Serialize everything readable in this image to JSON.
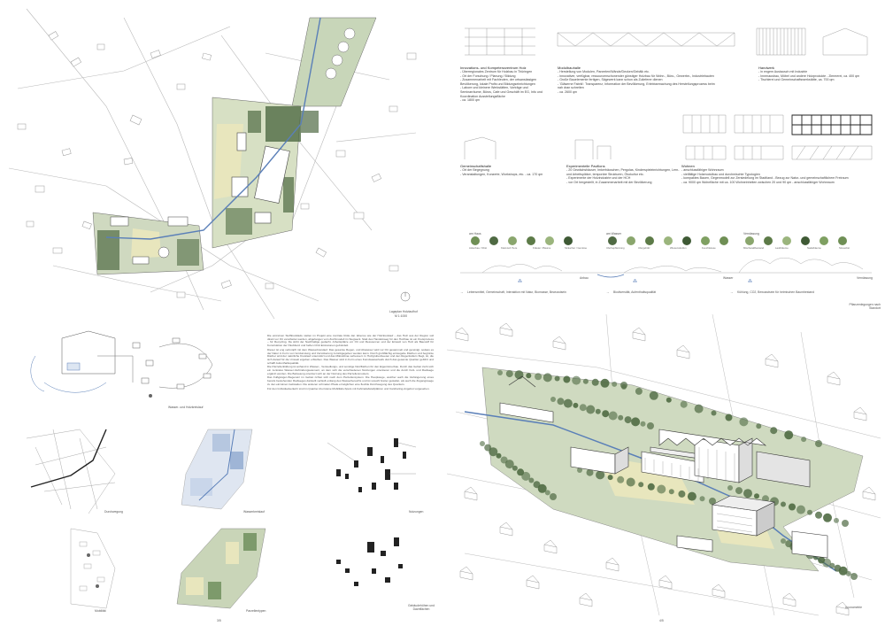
{
  "left": {
    "site_plan": {
      "title": "Lageplan Holzlaufhof",
      "scale": "M 1:1000"
    },
    "water_diagram": {
      "title": "Wasser- und Holzkreislauf",
      "paragraph_1": "Die einzelnen Stoffkreisläufe stellen im Projekt eine zentrale Rolle dar. Ebenso wie der Holzkreislauf – das Holz aus der Region soll direkt vor Ort verarbeitet werden, abgefangen vom Zuchtmodell im Stegwerk. Statt des Handelsweg für den Holzbau ist ein Kreisprozess – für Recycling, Da stirbt der Nachhaltige gedacht. Arbeitsplätze vor Ort und Ressourcen und der Einsatz von Holz als Baustoff für Konstruktion der Ökobilanz und helfen CO2-Emissionen gebündelt.",
      "paragraph_2": "Dieser ist eng verknüpft mit dem Wasserkreislauf. Das gesamte Regen- und Abwasser wird vor Ort gesammelt und gereinigt, sodass es der Natur in Form von Verdunstung und Versickerung zurückgegeben werden kann. Durch großflächig entsiegelte Flächen und begrünte Dächer wird der natürliche Kreislauf unterstützt und das Mikroklima verbessert. In Holzgrubenbeeten und den Regenfeldern fliegt, ist, die sich darauf für die Umwelt ergeben erbleiben. Das Wasser wird in Form eines Kunstwasserlaufs durch das gesamte Quartier geführt und schafft Aufenthaltsqualität.",
      "paragraph_3": "Die Parzellenbildung ist anhand in Wasser-, Versiedlungs- und sonstige Nutzflächen für den Eigentümerbau. Durch das Gebiet zieht sich ein zentrales Wasser-Verbindungselement, an dem sich die verschiedenen Nutzungen orientieren und die durch Fuß- und Radwege ergänzt werden. Die Bebauung orientiert sich an der Nutzung des Parzellenmusters.",
      "paragraph_4": "Das Fußgänger-Wegenetz im Gebiet richtet sich nach dem Parzellensystem. Die Hauptwege, welcher auch die Verlängerung eines bereits bestehenden Radweges darstellt verläuft entlang des Wasserbereichs und ist sowohl breiter gestaltet, als auch die Zugangswege zu den einzelnen Gebäuden. Die anderen schmalen Pfade ermöglichen eine flexible Durchwegung des Quartiers.",
      "paragraph_5": "Für den Individualverkehr sind im Quartier drei kleine Mobilitäts-Spots mit Fahrradabstellplätzen und Carsharing-Angebot vorgesehen."
    },
    "diagrams": [
      {
        "label": "Durchwegung"
      },
      {
        "label": "Wasserkreislauf"
      },
      {
        "label": "Nutzungen"
      },
      {
        "label": "Mobilität"
      },
      {
        "label": "Parzellentypen"
      },
      {
        "label": "Gebäudehöhen und Dachflächen"
      }
    ],
    "page_number": "3/5"
  },
  "right": {
    "programs": [
      {
        "title": "Innovations- und Kompetenzzentrum Holz",
        "text": "- Überregionales Zentrum für Holzbau in Thüringen\n- Ort der Forschung / Planung / Bildung\n- Zusammenarbeit mit Fachleuten, der ortsansässigen Bevölkerung, lokale Profis und Bildungseinrichtungen\n- Labore und kleinere Werkstätten, Vorträge und Seminarräume, Büros, Cafe und Geschäft im EG, Info und Koordination Ausstellungsfläche\n- ca. 1800 qm"
      },
      {
        "title": "Modulbauhalle",
        "text": "- Herstellung von Modulen, Paneelen/Wände/Decken/Gebälk etc.\n- innovativer, verfügbar, ressourcenschonender günstiger Holzbau für Wohn-, Büro-, Gewerbe-, Industriebauten\n- Große Bauelemente fertigen, Sägewerk kann schon als Zulieferer dienen\n- 'Gläserne Fabrik': Transparenz, Information der Bevölkerung, Erlebbarmachung des Herstellungsprozess beim nah dran schreiten\n- ca. 2600 qm"
      },
      {
        "title": "Handwerk",
        "text": "- in engem Austausch mit Industrie\n- Innenausbau, Möbel und andere Holzprodukte - Zimmerei, ca. 400 qm\n- Tischlerei und Gemeinschaftswerkstätte, ca. 700 qm"
      },
      {
        "title": "Gemeinschaftshalle",
        "text": "- Ort der Begegnung\n- Veranstaltungen, Konzerte, Workshops, etc. - ca. 170 qm"
      },
      {
        "title": "Experimentelle Pavillons",
        "text": "- 20 Gewächshäuser, Imkerhäuschen, Pergolas, Kinderspieleinrichtungen, Lern- und Arbeitsplätze, temporäre Strukturen, Ökokultur etc.\n- Experimente der Holzindustrie und der HCH\n- vor Ort hergestellt, in Zusammenarbeit mit der Bevölkerung"
      },
      {
        "title": "Wohnen",
        "text": "- anschlussfähiger Wohnraum\n- vielfältige Holzmodulbau und durchmischte Typologien\n- kompaktes Bauen, Gegenmodell zur Zersiedelung im Stadtland - Bezug zur Natur- und gemeinschaftlichem Freiraum\n- ca. 9000 qm Wohnfläche mit ca. 100 Wohneinheiten zwischen 20 und 90 qm - anschlussfähiger Wohnraum"
      }
    ],
    "plant_groups": [
      {
        "tag": "am Haus",
        "captions": [
          "Ackerbau / Obst",
          "Kleinvieh Tiere",
          "Kräuter / Bäume",
          "Sträucher / Gemüse"
        ],
        "dots": 6
      },
      {
        "tag": "am Wasser",
        "captions": [
          "Uferbepflanzung",
          "Ufergehölz",
          "Wiesenstreifen",
          "Feuchtwiese"
        ],
        "dots": 7
      },
      {
        "tag": "Vernässung",
        "captions": [
          "Mischwaldbestand",
          "Laubbäume",
          "Nadelbäume",
          "Streuobst"
        ],
        "dots": 6
      }
    ],
    "strip_labels": {
      "left": "Anbau",
      "mid": "Wasser",
      "right": "Vernässung"
    },
    "flow_labels": [
      "Lebensmittel, Gemeinschaft, Interaktion mit Natur, Biomasse, Bewusstsein",
      "Biodiversität, Aufenthaltsqualität",
      "Kühlung, CO2, Bewusstsein für heimischen Baumbestand"
    ],
    "planting_note": "Pflanzenlegungen nach Standort",
    "axonometry_label": "Axonometrie",
    "page_number": "4/5"
  },
  "colors": {
    "green": "#7d9a6b",
    "dark_green": "#4f6a43",
    "yellow": "#e8e6bd",
    "blue": "#5a7fb8",
    "road": "#ffffff"
  }
}
